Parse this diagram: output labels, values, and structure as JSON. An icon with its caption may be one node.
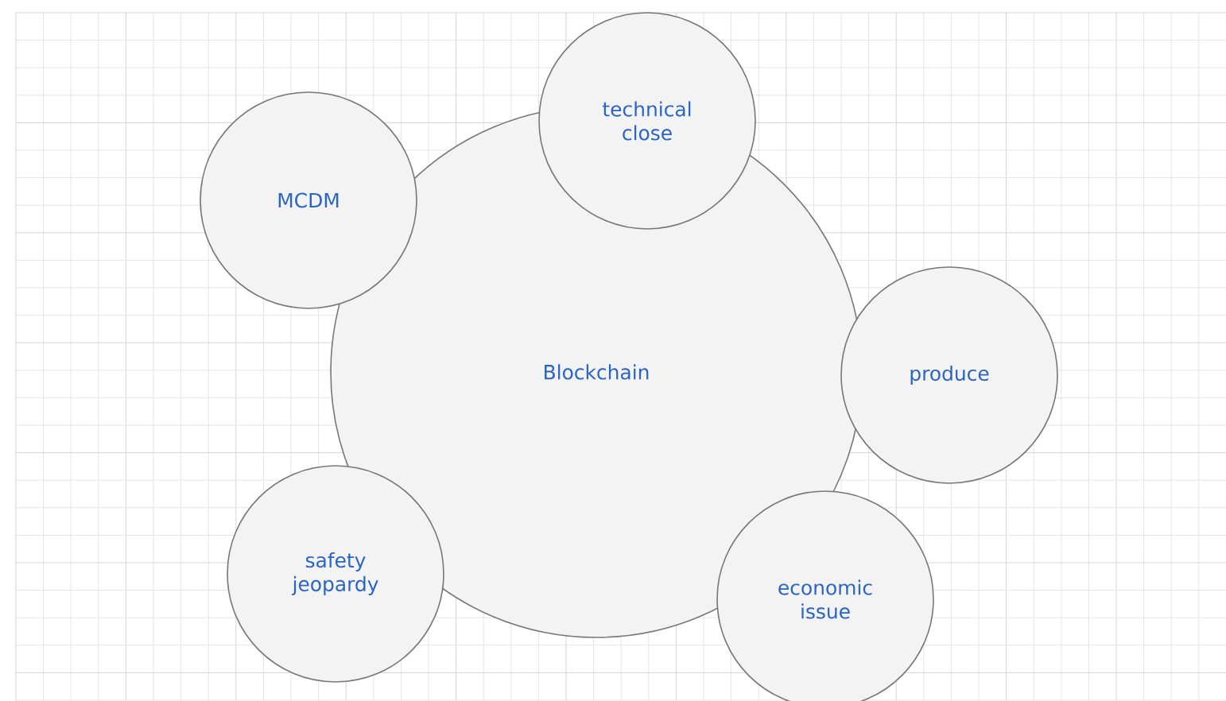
{
  "diagram": {
    "nodes": [
      {
        "text": [
          "Blockchain"
        ]
      },
      {
        "text": [
          "MCDM"
        ]
      },
      {
        "text": [
          "technical close"
        ]
      },
      {
        "text": [
          "produce"
        ]
      },
      {
        "text": [
          "economic issue"
        ]
      },
      {
        "text": [
          "safety jeopardy"
        ]
      }
    ]
  }
}
